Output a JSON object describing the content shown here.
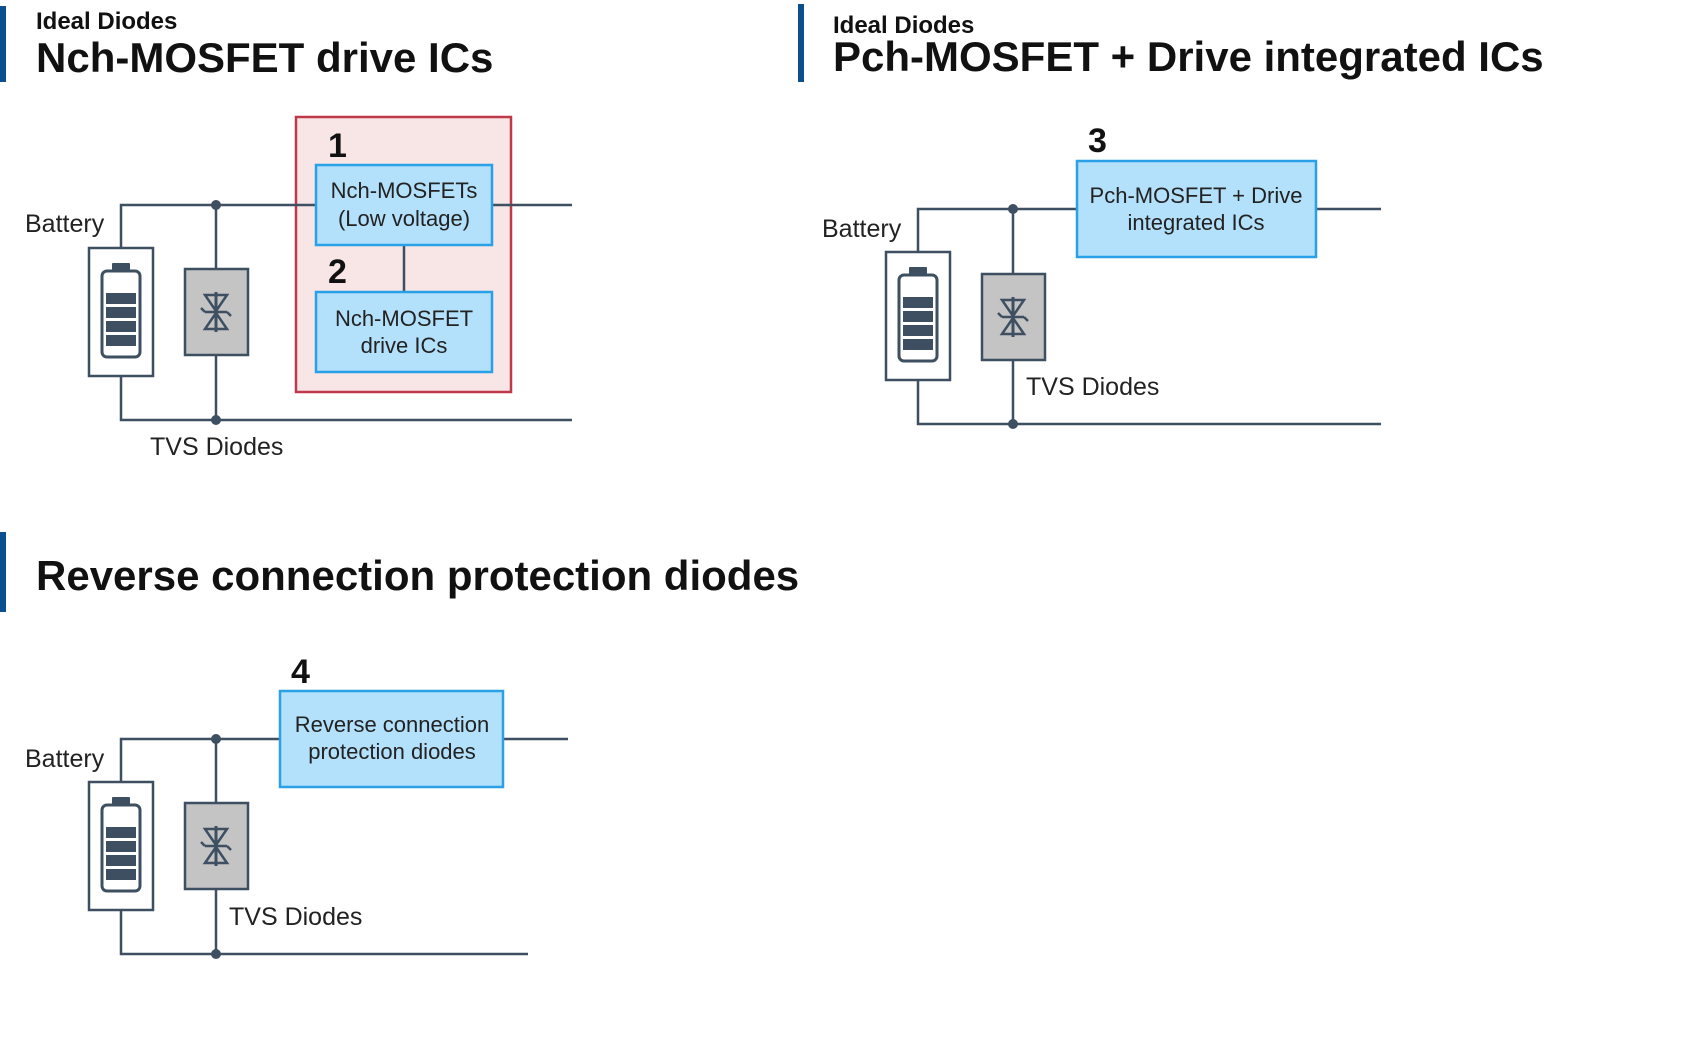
{
  "sections": [
    {
      "subtitle": "Ideal Diodes",
      "title": "Nch-MOSFET drive ICs"
    },
    {
      "subtitle": "Ideal Diodes",
      "title": "Pch-MOSFET + Drive integrated ICs"
    },
    {
      "subtitle": "",
      "title": "Reverse connection protection diodes"
    }
  ],
  "labels": {
    "battery": "Battery",
    "tvs": "TVS Diodes"
  },
  "boxes": {
    "b1": {
      "number": "1",
      "line1": "Nch-MOSFETs",
      "line2": "(Low voltage)"
    },
    "b2": {
      "number": "2",
      "line1": "Nch-MOSFET",
      "line2": "drive ICs"
    },
    "b3": {
      "number": "3",
      "line1": "Pch-MOSFET + Drive",
      "line2": "integrated ICs"
    },
    "b4": {
      "number": "4",
      "line1": "Reverse connection",
      "line2": "protection diodes"
    }
  },
  "colors": {
    "accent": "#0b4f8f",
    "wire": "#3d4f60",
    "box_fill": "#b3e0fb",
    "box_border": "#2aa0e6",
    "highlight_fill": "#f8e6e6",
    "highlight_border": "#c0394a",
    "tvs_fill": "#c4c4c4"
  }
}
